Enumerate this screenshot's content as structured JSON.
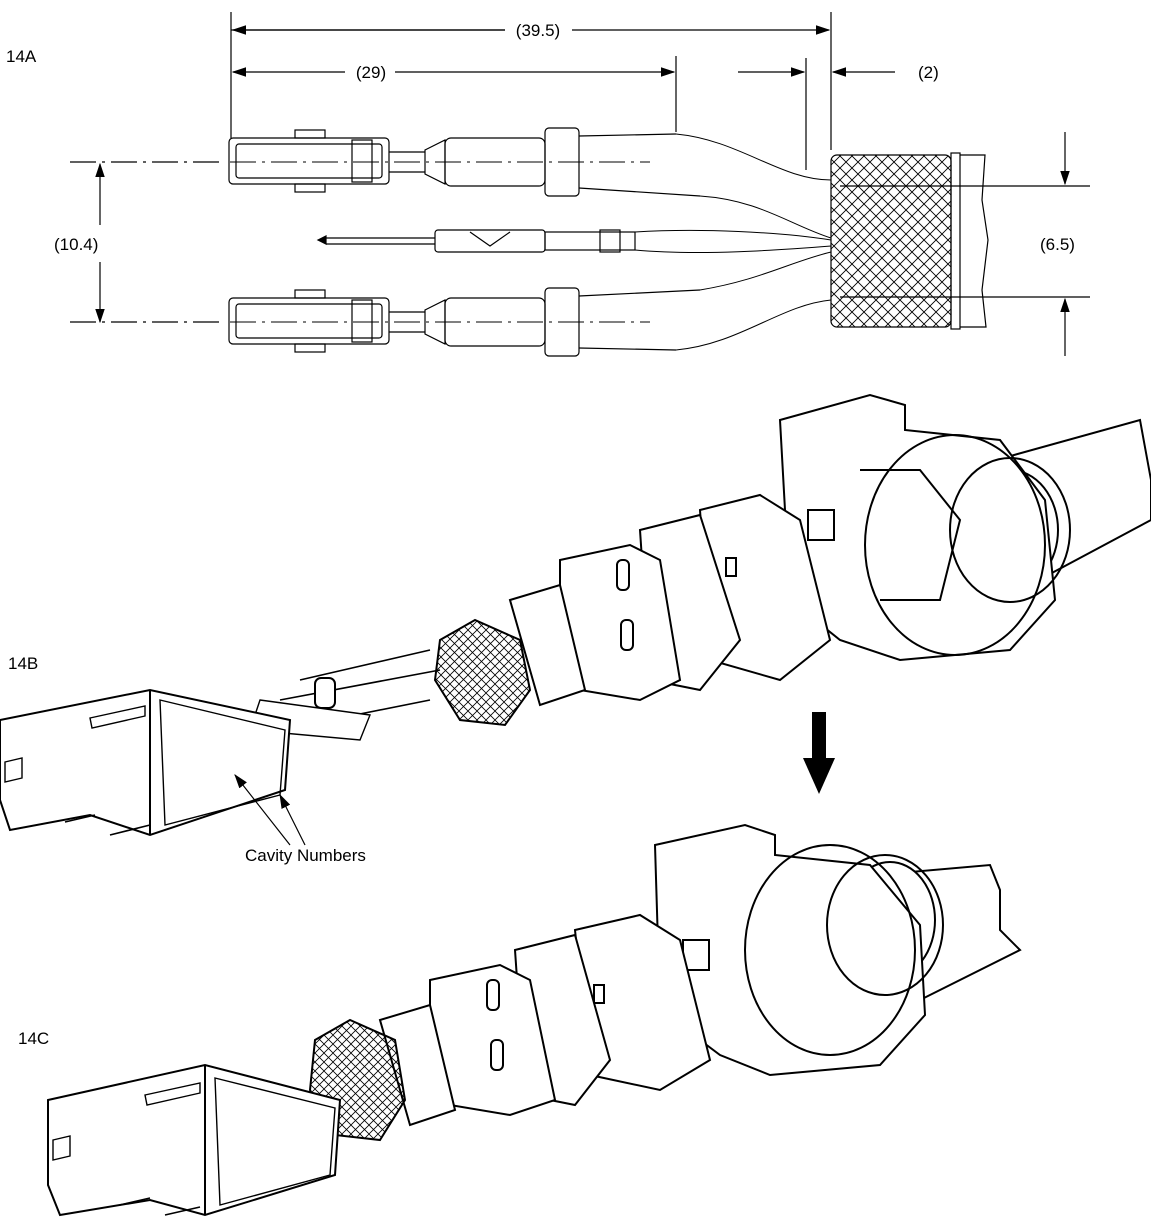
{
  "figure_labels": {
    "fig_a": "14A",
    "fig_b": "14B",
    "fig_c": "14C"
  },
  "dimensions": {
    "overall_length": "(39.5)",
    "terminal_length": "(29)",
    "braid_offset": "(2)",
    "terminal_spacing": "(10.4)",
    "braid_diameter": "(6.5)"
  },
  "callouts": {
    "cavity_numbers": "Cavity Numbers"
  },
  "icons": {
    "step_arrow": "down-arrow-icon",
    "braid": "crosshatch-braid",
    "terminal": "terminal-contact"
  }
}
